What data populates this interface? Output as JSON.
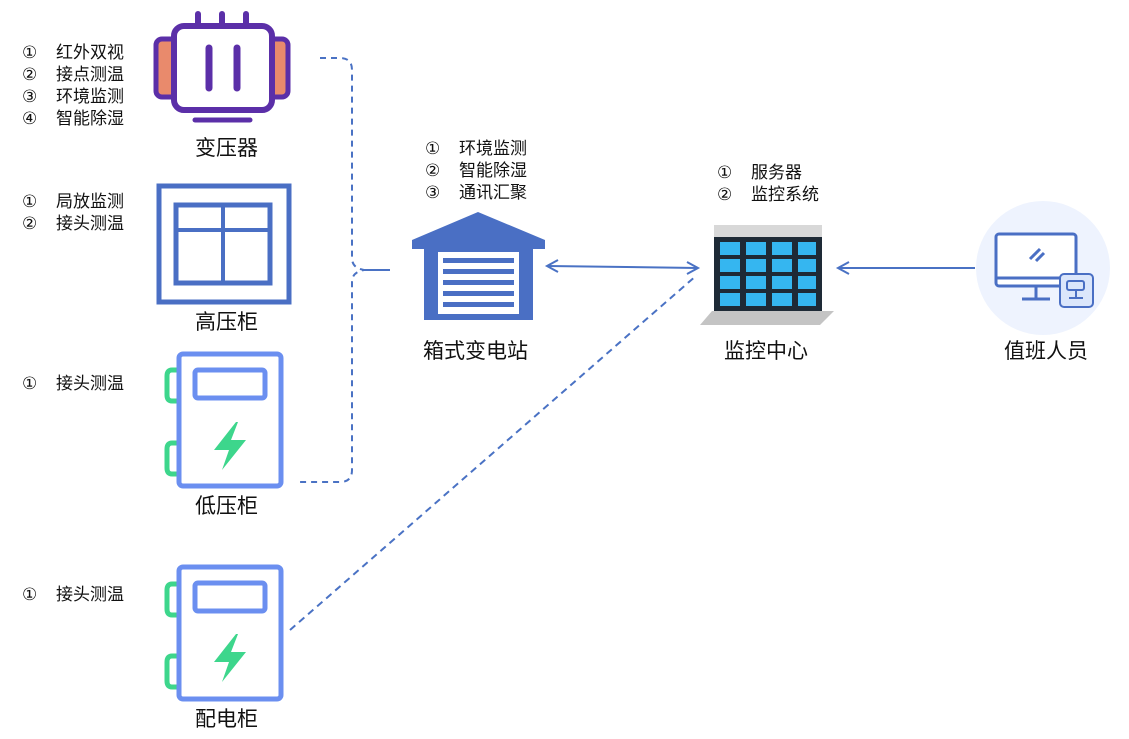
{
  "nodes": {
    "transformer": {
      "label": "变压器",
      "features": [
        {
          "num": "①",
          "text": "红外双视"
        },
        {
          "num": "②",
          "text": "接点测温"
        },
        {
          "num": "③",
          "text": "环境监测"
        },
        {
          "num": "④",
          "text": "智能除湿"
        }
      ]
    },
    "hv_cabinet": {
      "label": "高压柜",
      "features": [
        {
          "num": "①",
          "text": "局放监测"
        },
        {
          "num": "②",
          "text": "接头测温"
        }
      ]
    },
    "lv_cabinet": {
      "label": "低压柜",
      "features": [
        {
          "num": "①",
          "text": "接头测温"
        }
      ]
    },
    "dist_cabinet": {
      "label": "配电柜",
      "features": [
        {
          "num": "①",
          "text": "接头测温"
        }
      ]
    },
    "box_substation": {
      "label": "箱式变电站",
      "features": [
        {
          "num": "①",
          "text": "环境监测"
        },
        {
          "num": "②",
          "text": "智能除湿"
        },
        {
          "num": "③",
          "text": "通讯汇聚"
        }
      ]
    },
    "monitoring_center": {
      "label": "监控中心",
      "features": [
        {
          "num": "①",
          "text": "服务器"
        },
        {
          "num": "②",
          "text": "监控系统"
        }
      ]
    },
    "operator": {
      "label": "值班人员"
    }
  },
  "colors": {
    "purple": "#5b2fa8",
    "orange": "#e98a6c",
    "blue": "#4a6fc4",
    "light_blue": "#6b8ff0",
    "green": "#3dd68c",
    "line": "#4a72c4",
    "window_cyan": "#35b6f0"
  },
  "icons": {
    "transformer": "transformer-icon",
    "hv_cabinet": "high-voltage-cabinet-icon",
    "lv_cabinet": "low-voltage-cabinet-icon",
    "dist_cabinet": "distribution-cabinet-icon",
    "box_substation": "garage-substation-icon",
    "monitoring_center": "building-icon",
    "operator": "monitor-camera-icon"
  }
}
